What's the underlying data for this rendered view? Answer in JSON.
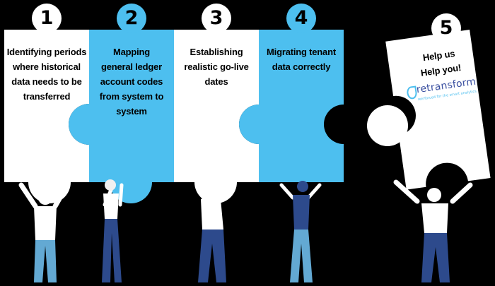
{
  "colors": {
    "background": "#000000",
    "white_piece": "#ffffff",
    "blue_piece": "#4dbfef",
    "number_badge_white": "#ffffff",
    "number_badge_blue": "#4dbfef",
    "figure_skin": "#ffffff",
    "figure_shirt_blue": "#63a9d3",
    "figure_pants_dark": "#2d4a8c"
  },
  "steps": [
    {
      "number": "1",
      "text_lines": [
        "Identifying periods",
        "where historical",
        "data needs to be",
        "transferred"
      ]
    },
    {
      "number": "2",
      "text_lines": [
        "Mapping",
        "general ledger",
        "account codes",
        "from system to",
        "system"
      ]
    },
    {
      "number": "3",
      "text_lines": [
        "Establishing",
        "realistic go-live",
        "dates"
      ]
    },
    {
      "number": "4",
      "text_lines": [
        "Migrating tenant",
        "data correctly"
      ]
    },
    {
      "number": "5",
      "text_lines": [
        "Help us",
        "Help you!"
      ]
    }
  ],
  "logo": {
    "wordmark": "retransform",
    "tagline": "reinforced for the smart analytics"
  }
}
